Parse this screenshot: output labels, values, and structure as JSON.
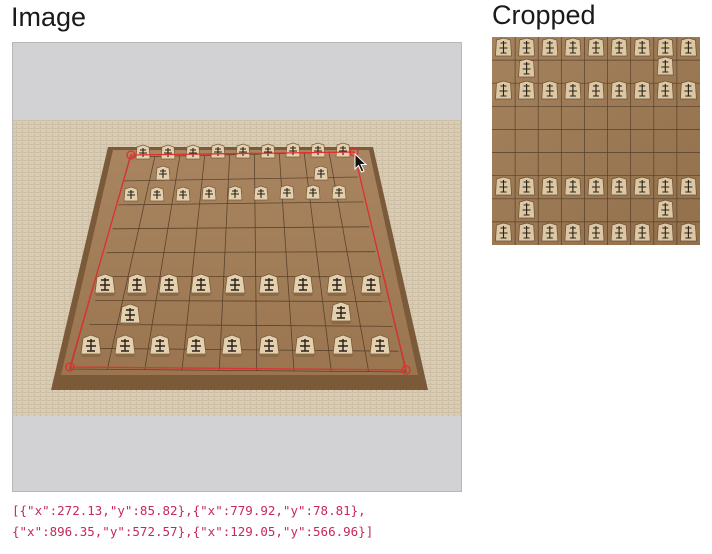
{
  "headings": {
    "image": "Image",
    "cropped": "Cropped"
  },
  "output": {
    "line1": "[{\"x\":272.13,\"y\":85.82},{\"x\":779.92,\"y\":78.81},",
    "line2": "{\"x\":896.35,\"y\":572.57},{\"x\":129.05,\"y\":566.96}]"
  },
  "colors": {
    "quad_line": "#e03030",
    "handle": "#e03030",
    "output_text": "#c62a58",
    "board": "#a9855c",
    "tatami": "#d8cbb3"
  },
  "icons": {
    "cursor": "arrow-cursor-icon"
  }
}
